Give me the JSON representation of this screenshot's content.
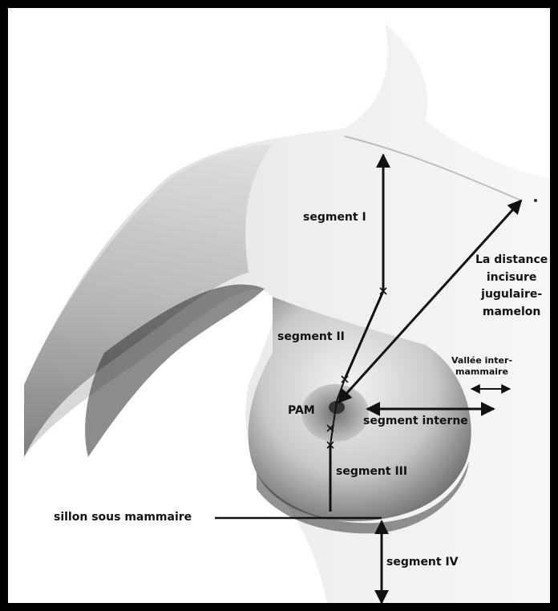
{
  "labels": {
    "segment_1": "segment I",
    "segment_2": "segment II",
    "segment_3": "segment III",
    "segment_4": "segment IV",
    "segment_internal": "segment interne",
    "pam": "PAM",
    "inframammary_fold": "sillon sous mammaire",
    "valley_line1": "Vallée inter-",
    "valley_line2": "mammaire",
    "distance_line1": "La distance",
    "distance_line2": "incisure",
    "distance_line3": "jugulaire-",
    "distance_line4": "mamelon"
  },
  "colors": {
    "frame": "#000000",
    "ink": "#111111",
    "skin_shadow": "#8a8a8a"
  }
}
